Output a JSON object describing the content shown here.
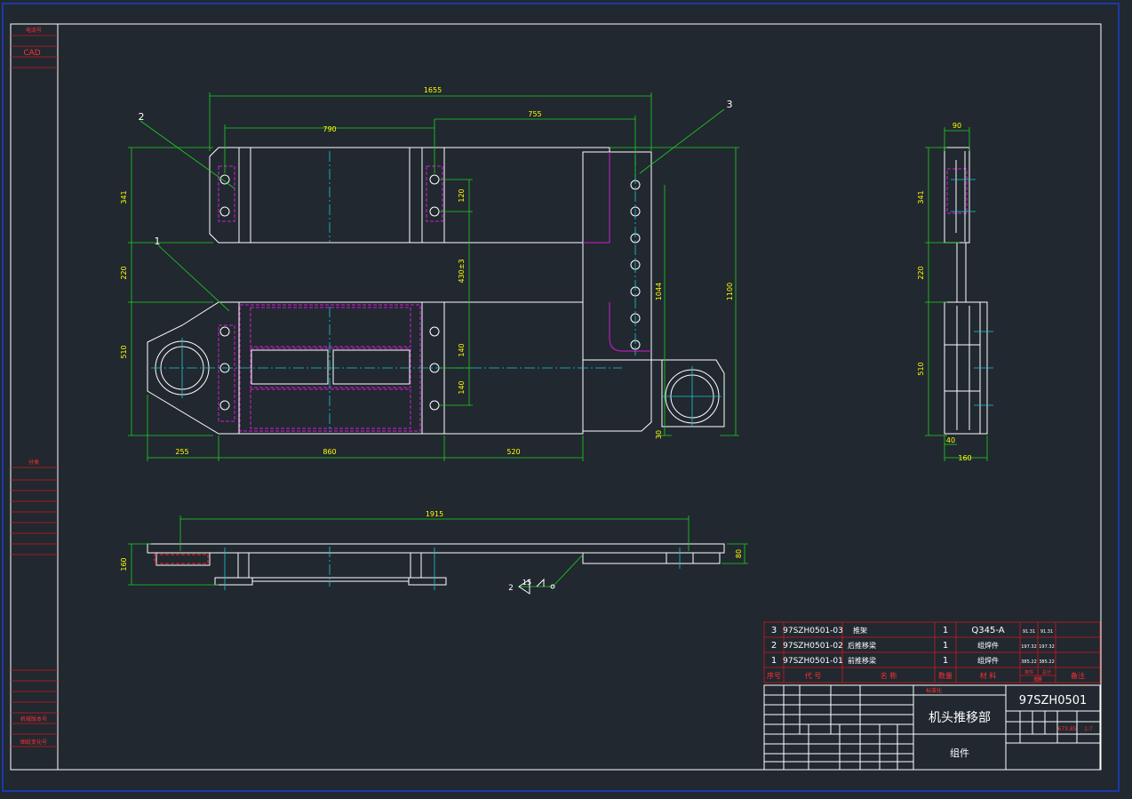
{
  "titles_left": {
    "top_label": "电流号",
    "cad": "CAD",
    "mid_label": "分类",
    "bottom_label_1": "机械版本号",
    "bottom_label_2": "图纸变化号"
  },
  "leaders": {
    "l1": "1",
    "l2": "2",
    "l3": "3",
    "weld_ref": "2",
    "weld_size": "15"
  },
  "dims_front": {
    "d1655": "1655",
    "d790": "790",
    "d755": "755",
    "d341": "341",
    "d220": "220",
    "d510": "510",
    "d120": "120",
    "d430": "430±3",
    "d140a": "140",
    "d140b": "140",
    "d1044": "1044",
    "d1100": "1100",
    "d30": "30",
    "d255": "255",
    "d860": "860",
    "d520": "520"
  },
  "dims_side": {
    "d90": "90",
    "d341": "341",
    "d220": "220",
    "d510": "510",
    "d40": "40",
    "d160": "160"
  },
  "dims_bottom": {
    "d1915": "1915",
    "d160": "160",
    "d80": "80"
  },
  "bom": {
    "rows": [
      {
        "no": "3",
        "code": "97SZH0501-03",
        "name": "推架",
        "qty": "1",
        "material": "Q345-A",
        "w1": "91.31",
        "w2": "91.31"
      },
      {
        "no": "2",
        "code": "97SZH0501-02",
        "name": "后推移梁",
        "qty": "1",
        "material": "组焊件",
        "w1": "197.32",
        "w2": "197.32"
      },
      {
        "no": "1",
        "code": "97SZH0501-01",
        "name": "前推移梁",
        "qty": "1",
        "material": "组焊件",
        "w1": "385.22",
        "w2": "385.22"
      }
    ],
    "header": {
      "no": "序号",
      "code": "代  号",
      "name": "名   称",
      "qty": "数量",
      "material": "材  料",
      "w1": "单件",
      "w2": "总计",
      "weight": "重量",
      "note": "备注"
    }
  },
  "title_block": {
    "drawing_no": "97SZH0501",
    "part_name": "机头推移部",
    "part_type": "组件",
    "marker": "标准化",
    "scale": "1:7",
    "weight": "673.85"
  }
}
